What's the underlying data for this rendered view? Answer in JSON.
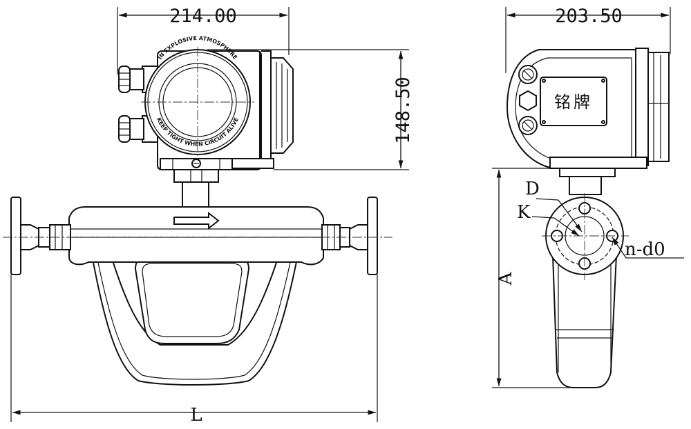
{
  "front_view": {
    "width_label": "214.00",
    "height_label": "148.50",
    "length_label": "L",
    "cover_text_top": "IN EXPLOSIVE ATMOSPHERE",
    "cover_text_bottom": "KEEP TIGHT WHEN CIRCUIT ALIVE"
  },
  "side_view": {
    "width_label": "203.50",
    "height_label": "A",
    "nameplate": "铭牌",
    "flange_labels": {
      "diameter": "D",
      "bolt_circle": "K",
      "bolt_holes": "n-d0"
    }
  }
}
